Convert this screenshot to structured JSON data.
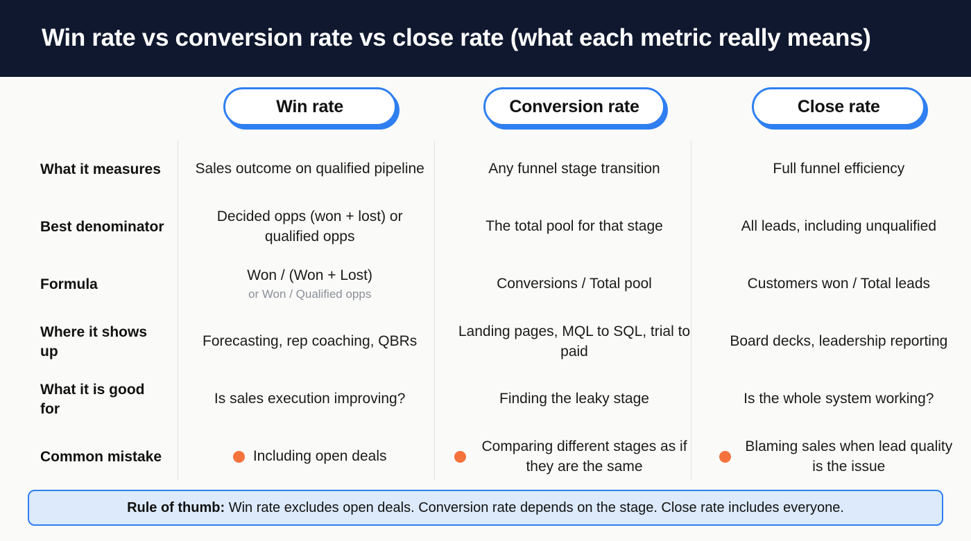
{
  "header": {
    "title": "Win rate vs conversion rate vs close rate (what each metric really means)"
  },
  "colors": {
    "header_bg": "#10182F",
    "page_bg": "#FAFAF8",
    "accent_blue": "#2F7FF0",
    "banner_bg": "#DCEAFB",
    "bullet_orange": "#F4733C",
    "divider": "#DFE1E6",
    "subtext_gray": "#8A8F98"
  },
  "columns": [
    {
      "label": "Win rate"
    },
    {
      "label": "Conversion rate"
    },
    {
      "label": "Close rate"
    }
  ],
  "rows": [
    {
      "label": "What it measures",
      "cells": [
        {
          "text": "Sales outcome on qualified pipeline"
        },
        {
          "text": "Any funnel stage transition"
        },
        {
          "text": "Full funnel efficiency"
        }
      ]
    },
    {
      "label": "Best denominator",
      "cells": [
        {
          "text": "Decided opps (won + lost) or qualified opps"
        },
        {
          "text": "The total pool for that stage"
        },
        {
          "text": "All leads, including unqualified"
        }
      ]
    },
    {
      "label": "Formula",
      "cells": [
        {
          "text": "Won / (Won + Lost)",
          "sub": "or Won / Qualified opps"
        },
        {
          "text": "Conversions / Total pool"
        },
        {
          "text": "Customers won / Total leads"
        }
      ]
    },
    {
      "label": "Where it shows up",
      "cells": [
        {
          "text": "Forecasting, rep coaching, QBRs"
        },
        {
          "text": "Landing pages, MQL to SQL, trial to paid"
        },
        {
          "text": "Board decks, leadership reporting"
        }
      ]
    },
    {
      "label": "What it is good for",
      "cells": [
        {
          "text": "Is sales execution improving?"
        },
        {
          "text": "Finding the leaky stage"
        },
        {
          "text": "Is the whole system working?"
        }
      ]
    },
    {
      "label": "Common mistake",
      "bullet": true,
      "cells": [
        {
          "text": "Including open deals"
        },
        {
          "text": "Comparing different stages as if they are the same"
        },
        {
          "text": "Blaming sales when lead quality is the issue"
        }
      ]
    }
  ],
  "footer": {
    "lead": "Rule of thumb:",
    "body": " Win rate excludes open deals. Conversion rate depends on the stage. Close rate includes everyone."
  }
}
